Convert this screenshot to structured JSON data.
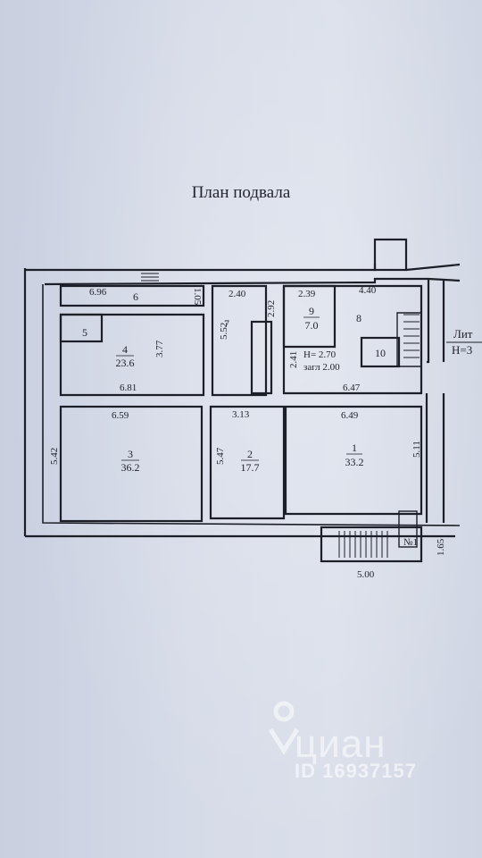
{
  "title": "План подвала",
  "rooms": [
    {
      "num": "1",
      "area": "33.2"
    },
    {
      "num": "2",
      "area": "17.7"
    },
    {
      "num": "3",
      "area": "36.2"
    },
    {
      "num": "4",
      "area": "23.6"
    },
    {
      "num": "5"
    },
    {
      "num": "6"
    },
    {
      "num": "7"
    },
    {
      "num": "8"
    },
    {
      "num": "9",
      "area": "7.0"
    },
    {
      "num": "10"
    }
  ],
  "dims": {
    "d696": "6.96",
    "d105": "1.05",
    "d240": "2.40",
    "d239": "2.39",
    "d440": "4.40",
    "d292": "2.92",
    "d377": "3.77",
    "d552": "5.52",
    "d241": "2.41",
    "d681": "6.81",
    "d647": "6.47",
    "d659": "6.59",
    "d313": "3.13",
    "d649": "6.49",
    "d542": "5.42",
    "d547": "5.47",
    "d511": "5.11",
    "d165": "1.65",
    "d500": "5.00"
  },
  "notes": {
    "height": "H= 2.70",
    "depth": "загл 2.00",
    "entrance": "№1",
    "lit": "Лит",
    "lit_h": "H=3"
  },
  "watermark": {
    "brand": "циан",
    "id": "ID 16937157"
  }
}
